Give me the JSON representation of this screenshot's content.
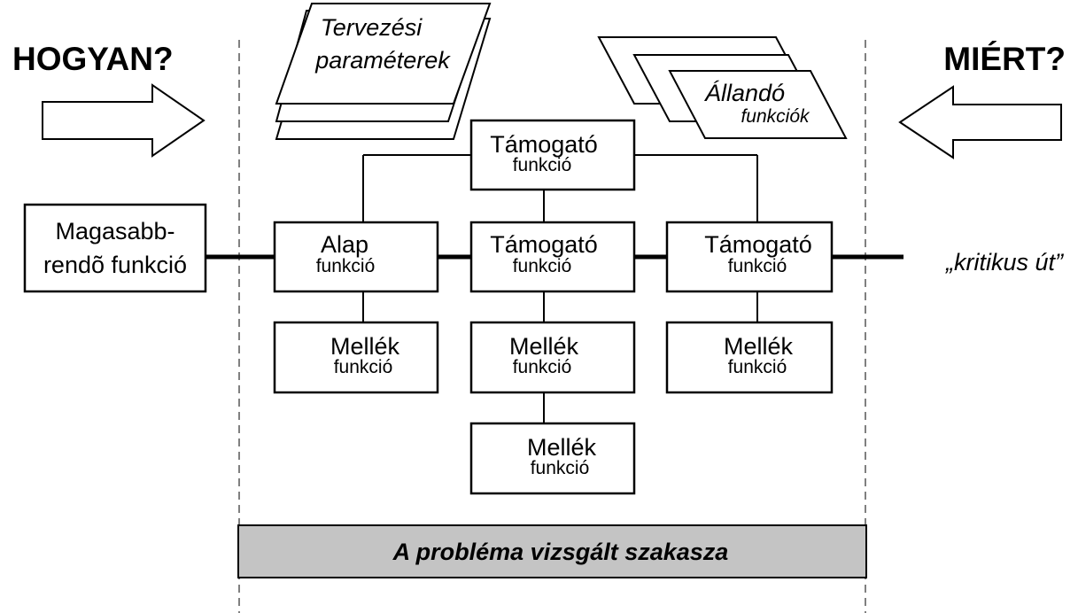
{
  "left_heading": "HOGYAN?",
  "right_heading": "MIÉRT?",
  "design_parameters": {
    "line1": "Tervezési",
    "line2": "paraméterek"
  },
  "constant_functions": {
    "line1": "Állandó",
    "line2": "funkciók"
  },
  "higher_function": {
    "line1": "Magasabb-",
    "line2": "rendõ funkció"
  },
  "basic_function": {
    "title": "Alap",
    "sub": "funkció"
  },
  "support_top": {
    "title": "Támogató",
    "sub": "funkció"
  },
  "support_mid": {
    "title": "Támogató",
    "sub": "funkció"
  },
  "support_right": {
    "title": "Támogató",
    "sub": "funkció"
  },
  "side_left": {
    "title": "Mellék",
    "sub": "funkció"
  },
  "side_mid": {
    "title": "Mellék",
    "sub": "funkció"
  },
  "side_right": {
    "title": "Mellék",
    "sub": "funkció"
  },
  "side_bottom": {
    "title": "Mellék",
    "sub": "funkció"
  },
  "critical_path_label": "„kritikus út”",
  "scope_label": "A probléma vizsgált szakasza",
  "colors": {
    "scope_band": "#c4c4c4",
    "line": "#000000",
    "background": "#ffffff"
  }
}
